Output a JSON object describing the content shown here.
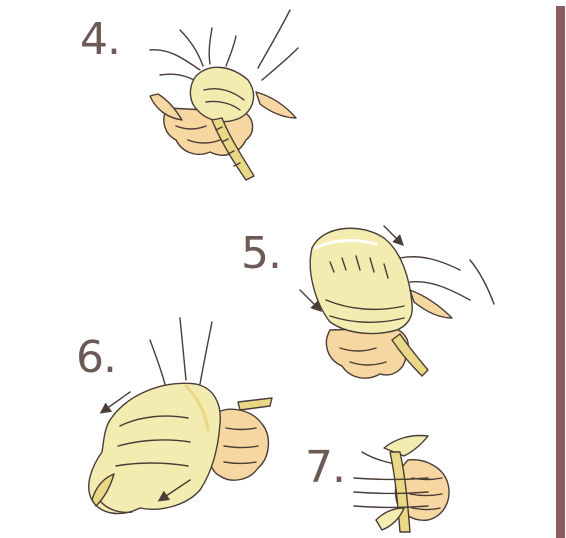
{
  "steps": [
    {
      "number": "4.",
      "illustration": "hand-fold-step-4"
    },
    {
      "number": "5.",
      "illustration": "hand-fold-step-5"
    },
    {
      "number": "6.",
      "illustration": "hand-fold-step-6"
    },
    {
      "number": "7.",
      "illustration": "hand-fold-step-7"
    }
  ],
  "colors": {
    "outline": "#4a3c36",
    "fill_pale": "#f3ecb0",
    "fill_shade": "#e9d987",
    "skin": "#f7d7a1",
    "skin_shade": "#efc47e",
    "number_text": "#6b5a55",
    "side_bar": "#8c5d5d"
  }
}
